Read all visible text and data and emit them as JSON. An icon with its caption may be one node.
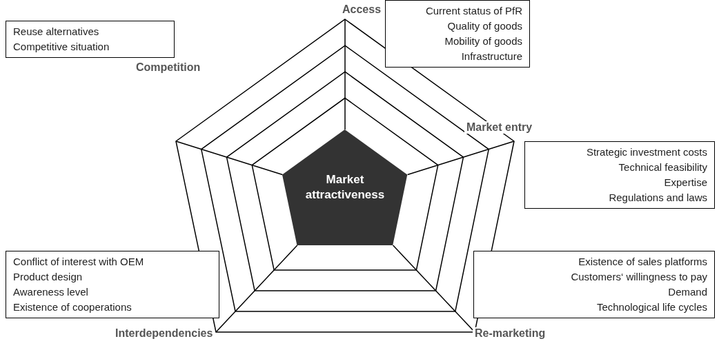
{
  "diagram": {
    "nodes": [
      {
        "text": [
          "Market attractiveness"
        ]
      },
      {
        "text": [
          "Access",
          "Current status of PfR",
          "Quality of goods",
          "Mobility of goods",
          "Infrastructure"
        ]
      },
      {
        "text": [
          "Market entry",
          "Strategic investment costs",
          "Technical feasibility",
          "Expertise",
          "Regulations and laws"
        ]
      },
      {
        "text": [
          "Re-marketing",
          "Existence of sales platforms",
          "Customers‘ willingness to pay",
          "Demand",
          "Technological life cycles"
        ]
      },
      {
        "text": [
          "Interdependencies",
          "Conflict of interest with OEM",
          "Product design",
          "Awareness level",
          "Existence of cooperations"
        ]
      },
      {
        "text": [
          "Competition",
          "Reuse alternatives",
          "Competitive situation"
        ]
      }
    ]
  }
}
